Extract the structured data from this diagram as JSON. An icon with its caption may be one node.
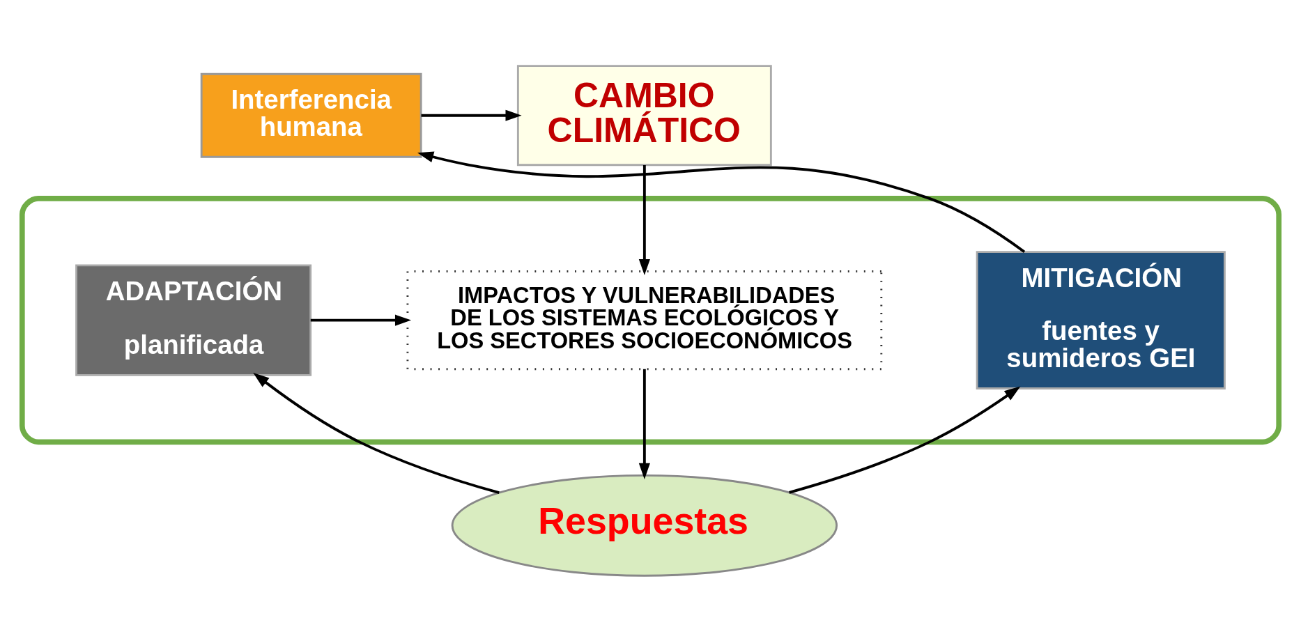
{
  "diagram": {
    "nodes": [
      {
        "text": [
          "Interferencia humana"
        ]
      },
      {
        "text": [
          "CAMBIO CLIMÁTICO"
        ]
      },
      {
        "text": [],
        "shape": "box"
      },
      {
        "text": [
          "MITIGACIÓN",
          "fuentes y sumideros GEI"
        ],
        "in": 2
      },
      {
        "text": [
          "IMPACTOS Y VULNERABILIDADES DE LOS SISTEMAS ECOLÓGICOS Y LOS SECTORES SOCIOECONÓMICOS"
        ],
        "in": 2
      },
      {
        "text": [
          "ADAPTACIÓN",
          "planificada"
        ],
        "in": 2
      },
      {
        "text": [
          "Respuestas"
        ]
      }
    ],
    "edges": [
      {
        "from": 0,
        "to": 1,
        "arrow": "to"
      },
      {
        "from": 1,
        "to": 4,
        "arrow": "to"
      },
      {
        "from": 4,
        "to": 6,
        "arrow": "to"
      },
      {
        "from": 3,
        "to": 0,
        "arrow": "to"
      },
      {
        "from": 6,
        "to": 3,
        "arrow": "to"
      },
      {
        "from": 6,
        "to": 5,
        "arrow": "to"
      },
      {
        "from": 5,
        "to": 4,
        "arrow": "to"
      }
    ]
  }
}
